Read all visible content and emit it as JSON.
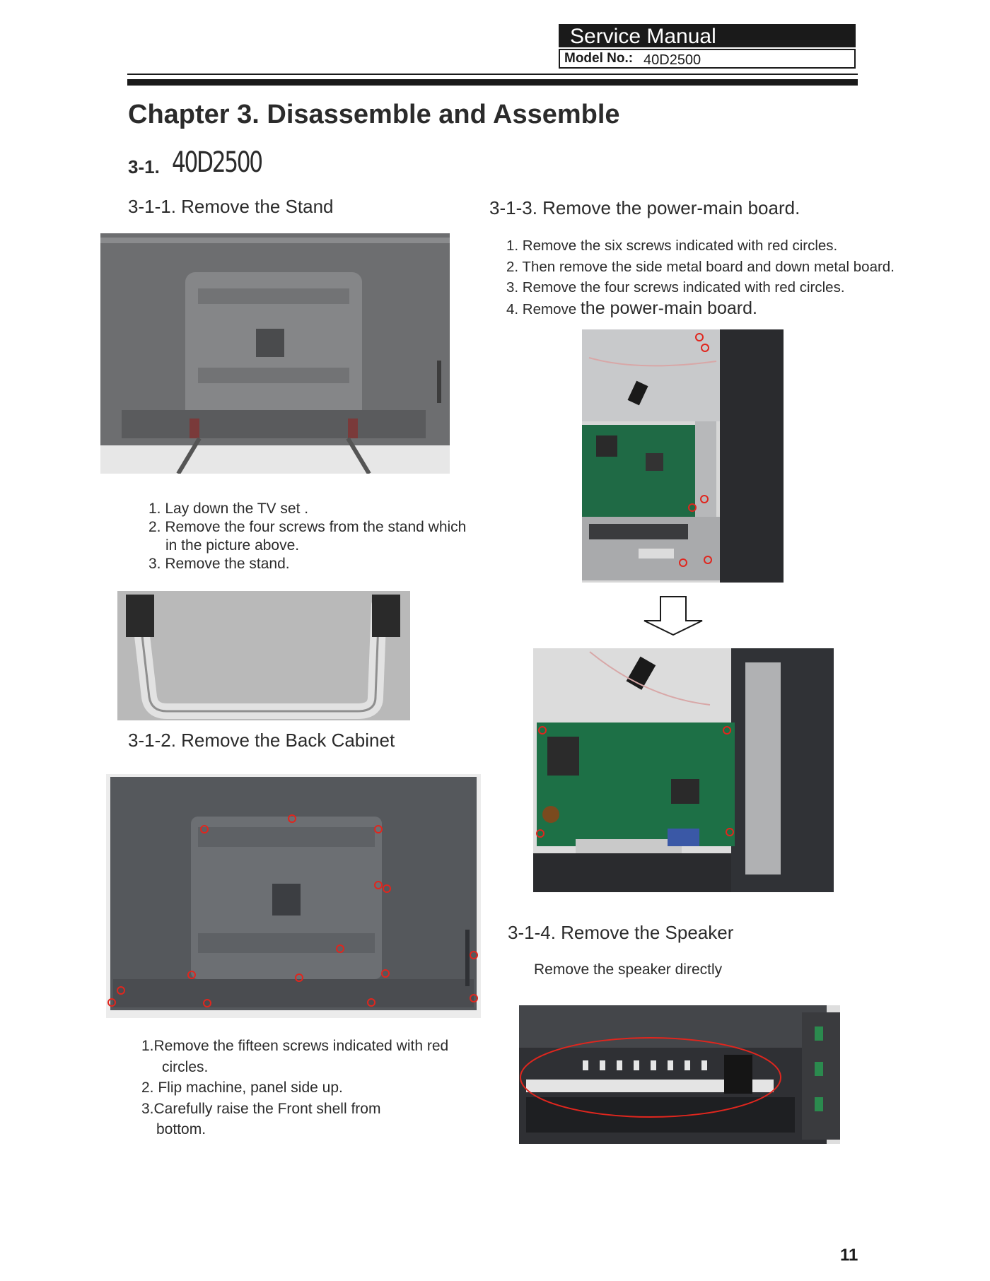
{
  "header": {
    "title": "Service Manual",
    "model_label": "Model No.:",
    "model_value": "40D2500"
  },
  "chapter_title": "Chapter 3. Disassemble and Assemble",
  "section": {
    "number": "3-1.",
    "model": "40D2500"
  },
  "stand": {
    "heading": "3-1-1. Remove the Stand",
    "steps": [
      "1. Lay down the TV set .",
      "2. Remove the four screws from the stand which",
      "in the picture above.",
      "3. Remove the stand."
    ]
  },
  "back_cabinet": {
    "heading": "3-1-2. Remove the Back Cabinet",
    "steps": [
      "1.Remove the fifteen screws indicated with red",
      "circles.",
      "2. Flip machine, panel side up.",
      "3.Carefully raise the Front shell from",
      "bottom."
    ]
  },
  "power_board": {
    "heading": "3-1-3. Remove the power-main board.",
    "steps": [
      "1. Remove the six screws indicated with red circles.",
      "2. Then remove the side metal board and down metal board.",
      "3. Remove the four screws indicated with red circles."
    ],
    "step4_prefix": "4. Remove",
    "step4_suffix": "the power-main board."
  },
  "speaker": {
    "heading": "3-1-4. Remove the Speaker",
    "note": "Remove the speaker directly"
  },
  "page_number": "11",
  "colors": {
    "accent_red": "#e0261e",
    "ink": "#1a1a1a"
  }
}
